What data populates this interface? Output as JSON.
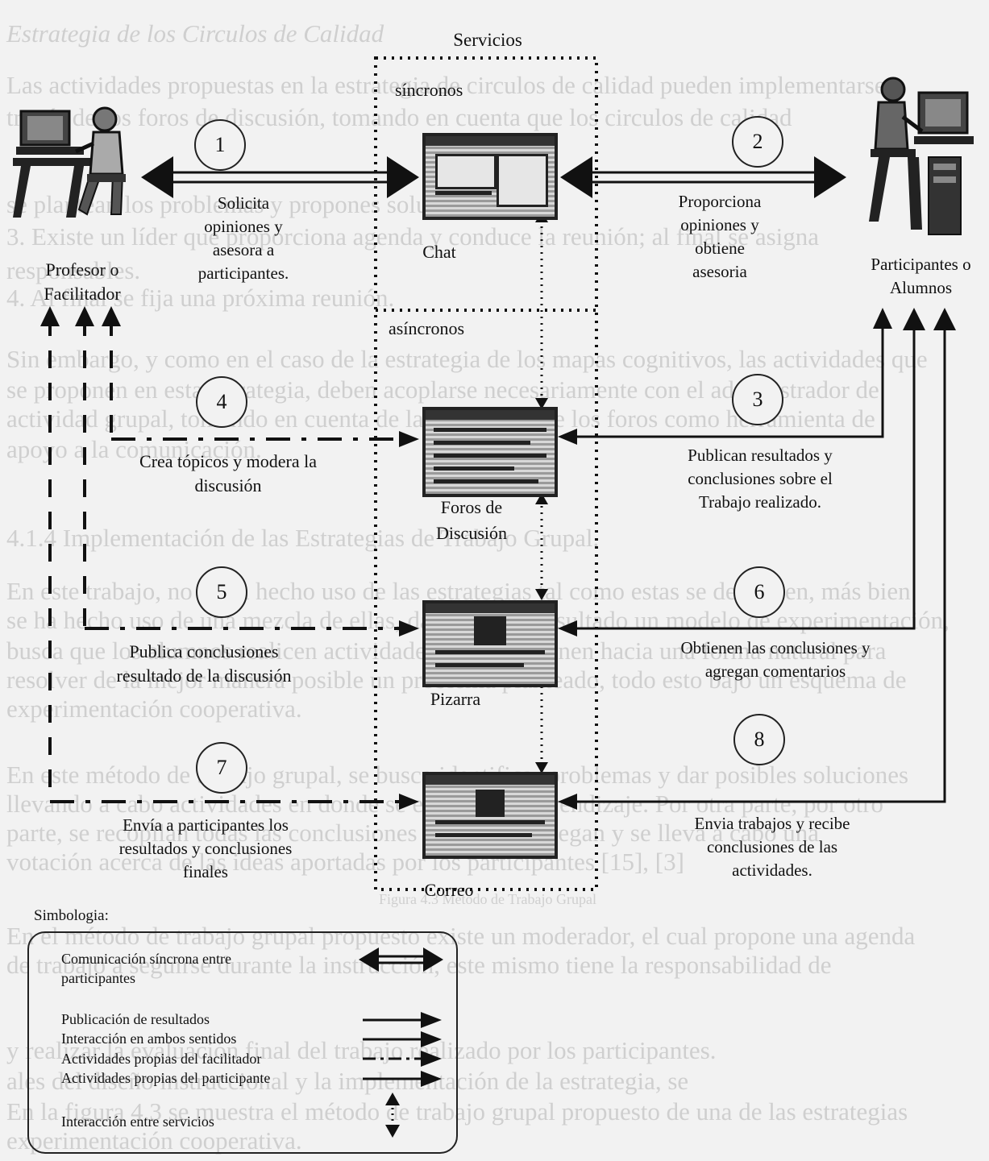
{
  "services": {
    "title": "Servicios",
    "sync_label": "síncronos",
    "async_label": "asíncronos",
    "chat": "Chat",
    "foros": "Foros de\nDiscusión",
    "pizarra": "Pizarra",
    "correo": "Correo"
  },
  "actors": {
    "profesor": "Profesor o\nFacilitador",
    "participantes": "Participantes o\nAlumnos"
  },
  "steps": [
    {
      "num": "1",
      "text": "Solicita\nopiniones y\nasesora a\nparticipantes."
    },
    {
      "num": "2",
      "text": "Proporciona\nopiniones y\nobtiene\nasesoria"
    },
    {
      "num": "3",
      "text": "Publican resultados y\nconclusiones sobre el\nTrabajo realizado."
    },
    {
      "num": "4",
      "text": "Crea tópicos y modera la\ndiscusión"
    },
    {
      "num": "5",
      "text": "Publica conclusiones\nresultado de la discusión"
    },
    {
      "num": "6",
      "text": "Obtienen las conclusiones y\nagregan comentarios"
    },
    {
      "num": "7",
      "text": "Envía a  participantes los\nresultados y conclusiones\nfinales"
    },
    {
      "num": "8",
      "text": "Envia trabajos y recibe\nconclusiones de las\nactividades."
    }
  ],
  "legend": {
    "title": "Simbologia:",
    "items": [
      "Comunicación síncrona  entre\nparticipantes",
      "Publicación de resultados",
      "Interacción en ambos sentidos",
      "Actividades propias del facilitador",
      "Actividades propias del participante",
      "Interacción  entre servicios"
    ]
  },
  "bleed_through": [
    "Estrategia de los Circulos de Calidad",
    "Las actividades propuestas en la estrategia de circulos de calidad pueden implementarse",
    "través de los foros de discusión, tomando en cuenta que los circulos de calidad",
    "se plantean los problemas y  propones soluciones.",
    "3.  Existe un líder que proporciona agenda y conduce la reunión; al final se asigna",
    "responsables.",
    "4. Al final se fija una próxima reunión.",
    "Sin embargo, y como en el caso de la estrategia de los mapas cognitivos, las actividades que",
    "se proponen en esta estrategia, deben acoplarse necesariamente con el administrador de",
    "actividad grupal, tomando en cuenta de la utilización de los foros como herramienta de",
    "apoyo a la comunicación.",
    "4.1.4 Implementación de las Estrategias de Trabajo Grupal.",
    "En este trabajo, no se ha hecho uso de las estrategias tal como estas se describen, más bien",
    "se ha hecho uso de una mezcla de ellas, dando como resultado un modelo de experimentación,",
    "busca que los alumnos realicen actividades que conciernen hacia una forma natural para",
    "resolver de la mejor manera posible un problema planteado, todo esto bajo un esquema de",
    "experimentación cooperativa.",
    "En este método de trabajo grupal, se busca identificar problemas y dar posibles soluciones",
    "llevando a cabo actividades en donde se estimula el aprendizaje. Por otra parte, por otro",
    "parte, se recopilan todas las conclusiones a las que se llegan y se lleva a cabo una",
    "votación acerca de las ideas aportadas por los participantes [15], [3]",
    "Figura 4.3 Método de Trabajo Grupal",
    "En el método de trabajo grupal propuesto existe un moderador, el cual propone una agenda",
    "de trabajo a seguirse durante la instrucción, este mismo tiene la responsabilidad de",
    "y realizar la evaluación final del trabajo realizado por los participantes.",
    "ales del diseño instruccional y la implementación de la estrategia, se",
    "En la figura 4.3 se muestra el método de trabajo grupal propuesto de una de las estrategias",
    "experimentación cooperativa."
  ]
}
